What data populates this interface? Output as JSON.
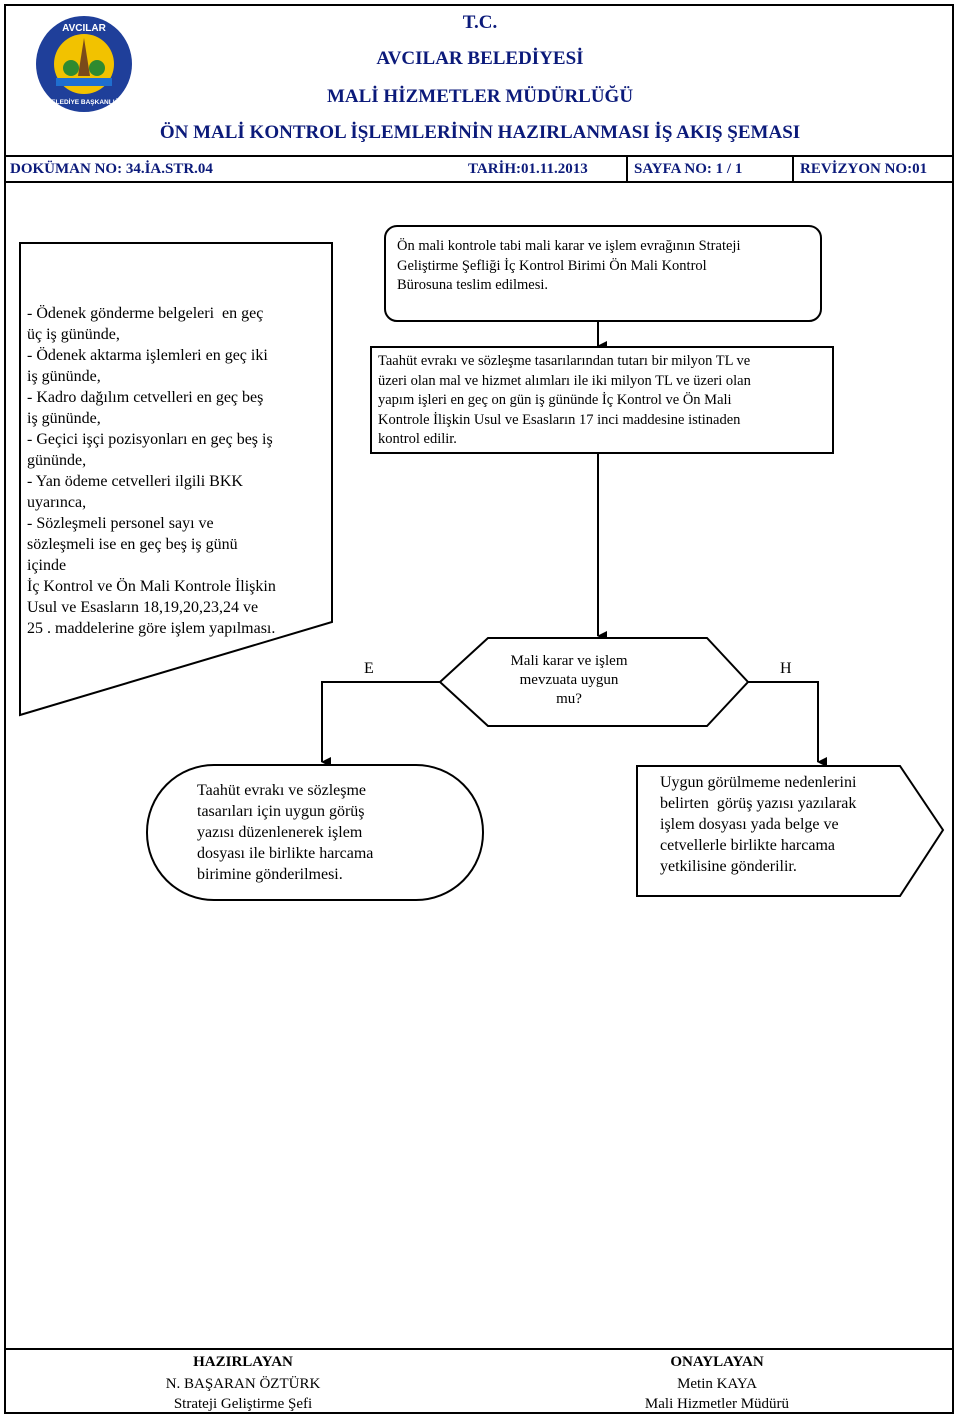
{
  "header": {
    "country": "T.C.",
    "municipality": "AVCILAR BELEDİYESİ",
    "directorate": "MALİ HİZMETLER MÜDÜRLÜĞÜ",
    "title": "ÖN MALİ KONTROL İŞLEMLERİNİN HAZIRLANMASI İŞ AKIŞ ŞEMASI",
    "logo_text_top": "AVCILAR",
    "logo_text_bottom": "BELEDİYE BAŞKANLIĞI"
  },
  "meta": {
    "doc_no": "DOKÜMAN NO: 34.İA.STR.04",
    "date": "TARİH:01.11.2013",
    "page_no": "SAYFA NO: 1 / 1",
    "revision": "REVİZYON NO:01"
  },
  "flow": {
    "doc_lines": [
      "- Ödenek gönderme belgeleri  en geç",
      "üç iş gününde,",
      "- Ödenek aktarma işlemleri en geç iki",
      "iş gününde,",
      "- Kadro dağılım cetvelleri en geç beş",
      "iş gününde,",
      "- Geçici işçi pozisyonları en geç beş iş",
      "gününde,",
      "- Yan ödeme cetvelleri ilgili BKK",
      "uyarınca,",
      "- Sözleşmeli personel sayı ve",
      "sözleşmeli ise en geç beş iş günü",
      "içinde",
      "İç Kontrol ve Ön Mali Kontrole İlişkin",
      "Usul ve Esasların 18,19,20,23,24 ve",
      "25 . maddelerine göre işlem yapılması."
    ],
    "start_lines": [
      "Ön mali kontrole tabi mali karar ve işlem evrağının Strateji",
      "Geliştirme Şefliği İç Kontrol Birimi Ön Mali Kontrol",
      "Bürosuna teslim edilmesi."
    ],
    "process_lines": [
      "Taahüt evrakı ve sözleşme tasarılarından tutarı bir milyon TL ve",
      "üzeri olan mal ve hizmet alımları ile iki milyon TL ve üzeri olan",
      "yapım işleri en geç on gün iş gününde İç Kontrol ve Ön Mali",
      "Kontrole İlişkin Usul ve Esasların 17 inci maddesine istinaden",
      "kontrol edilir."
    ],
    "decision_lines": [
      "Mali karar ve işlem",
      "mevzuata uygun",
      "mu?"
    ],
    "yes_label": "E",
    "no_label": "H",
    "yes_end_lines": [
      "Taahüt evrakı ve sözleşme",
      "tasarıları için uygun görüş",
      "yazısı düzenlenerek işlem",
      "dosyası ile birlikte harcama",
      "birimine gönderilmesi."
    ],
    "no_end_lines": [
      "Uygun görülmeme nedenlerini",
      "belirten  görüş yazısı yazılarak",
      "işlem dosyası yada belge ve",
      "cetvellerle birlikte harcama",
      "yetkilisine gönderilir."
    ]
  },
  "footer": {
    "prepared_label": "HAZIRLAYAN",
    "prepared_name": "N. BAŞARAN ÖZTÜRK",
    "prepared_title": "Strateji Geliştirme Şefi",
    "approved_label": "ONAYLAYAN",
    "approved_name": "Metin KAYA",
    "approved_title": "Mali Hizmetler Müdürü"
  },
  "colors": {
    "heading": "#0b1a7a",
    "line": "#000000",
    "logo_blue": "#1f3f9a",
    "logo_yellow": "#f2c200"
  }
}
